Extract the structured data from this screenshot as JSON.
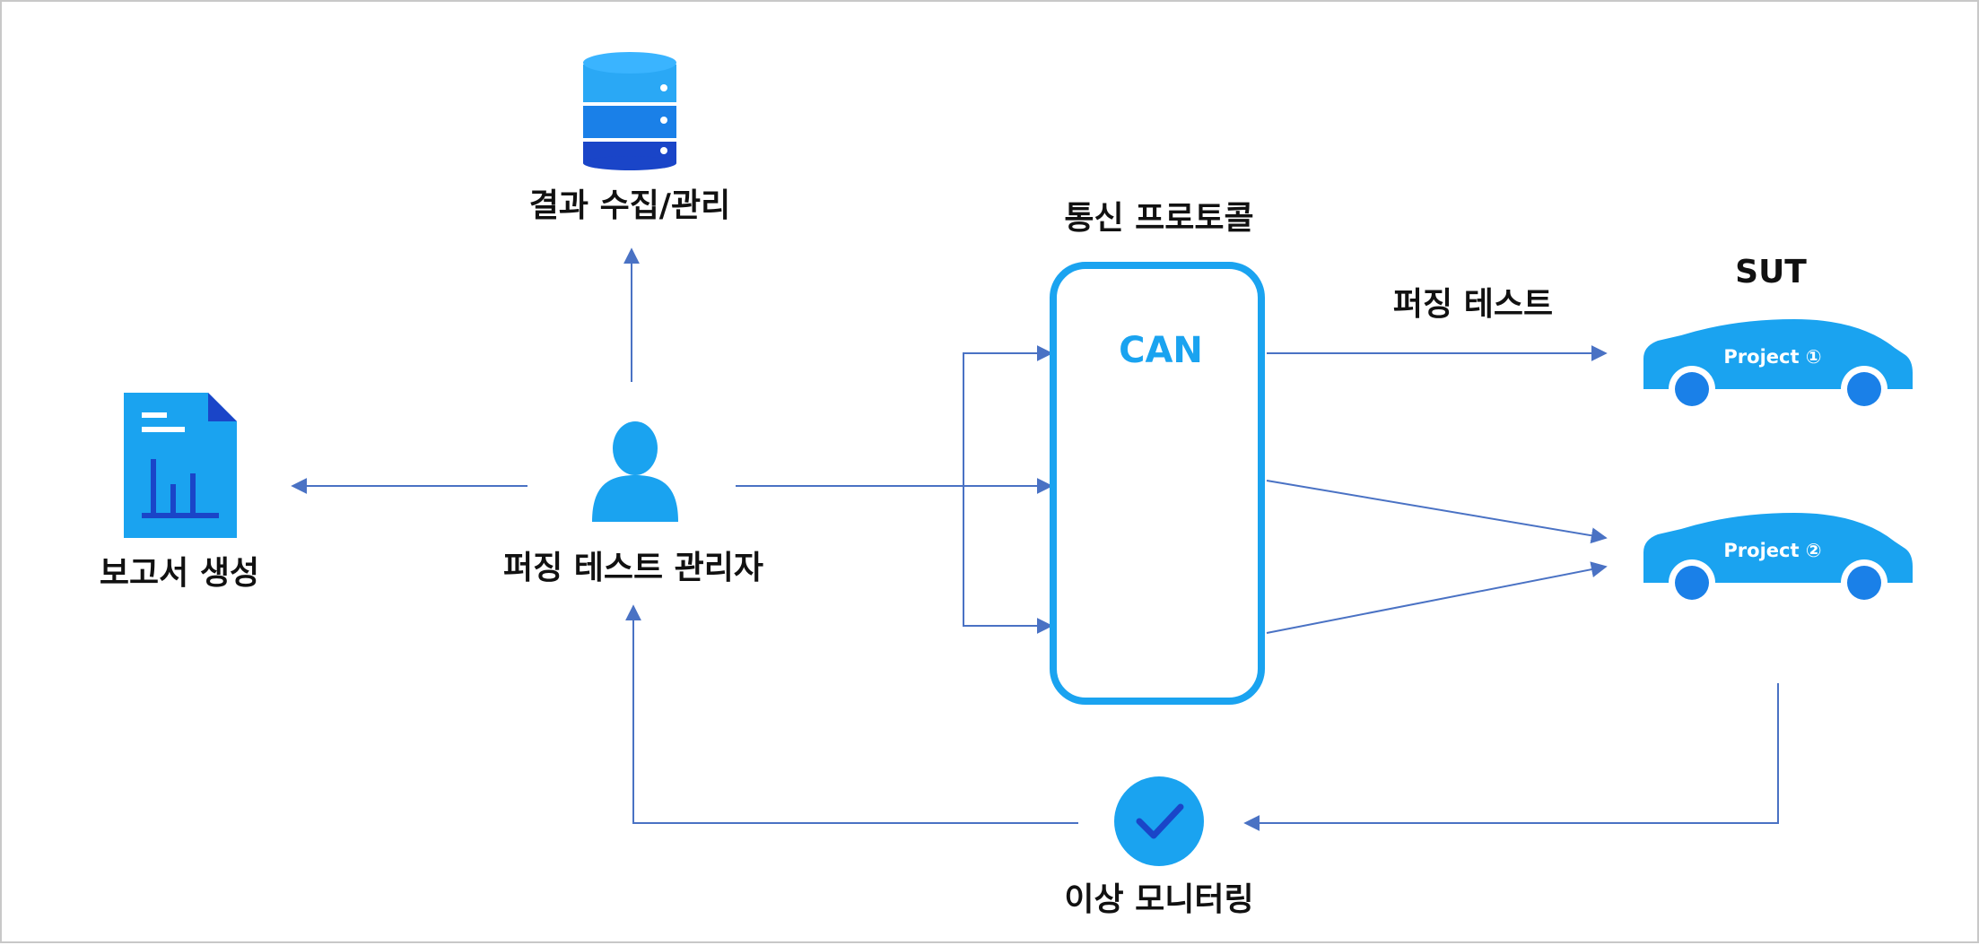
{
  "labels": {
    "result": "결과 수집/관리",
    "report": "보고서 생성",
    "manager": "퍼징 테스트 관리자",
    "protocol": "통신 프로토콜",
    "can": "CAN",
    "fuzzing": "퍼징 테스트",
    "sut": "SUT",
    "project1": "Project ①",
    "project2": "Project ②",
    "monitor": "이상 모니터링"
  },
  "icons": {
    "database": "database-icon",
    "report": "report-document-icon",
    "manager": "user-icon",
    "bluetooth": "bluetooth-icon",
    "wifi": "wifi-icon",
    "car": "car-icon",
    "monitor": "check-circle-icon"
  },
  "colors": {
    "accent": "#1aa3f0",
    "dark_blue": "#1a45c8",
    "arrow": "#4a72c4",
    "text": "#111111"
  }
}
